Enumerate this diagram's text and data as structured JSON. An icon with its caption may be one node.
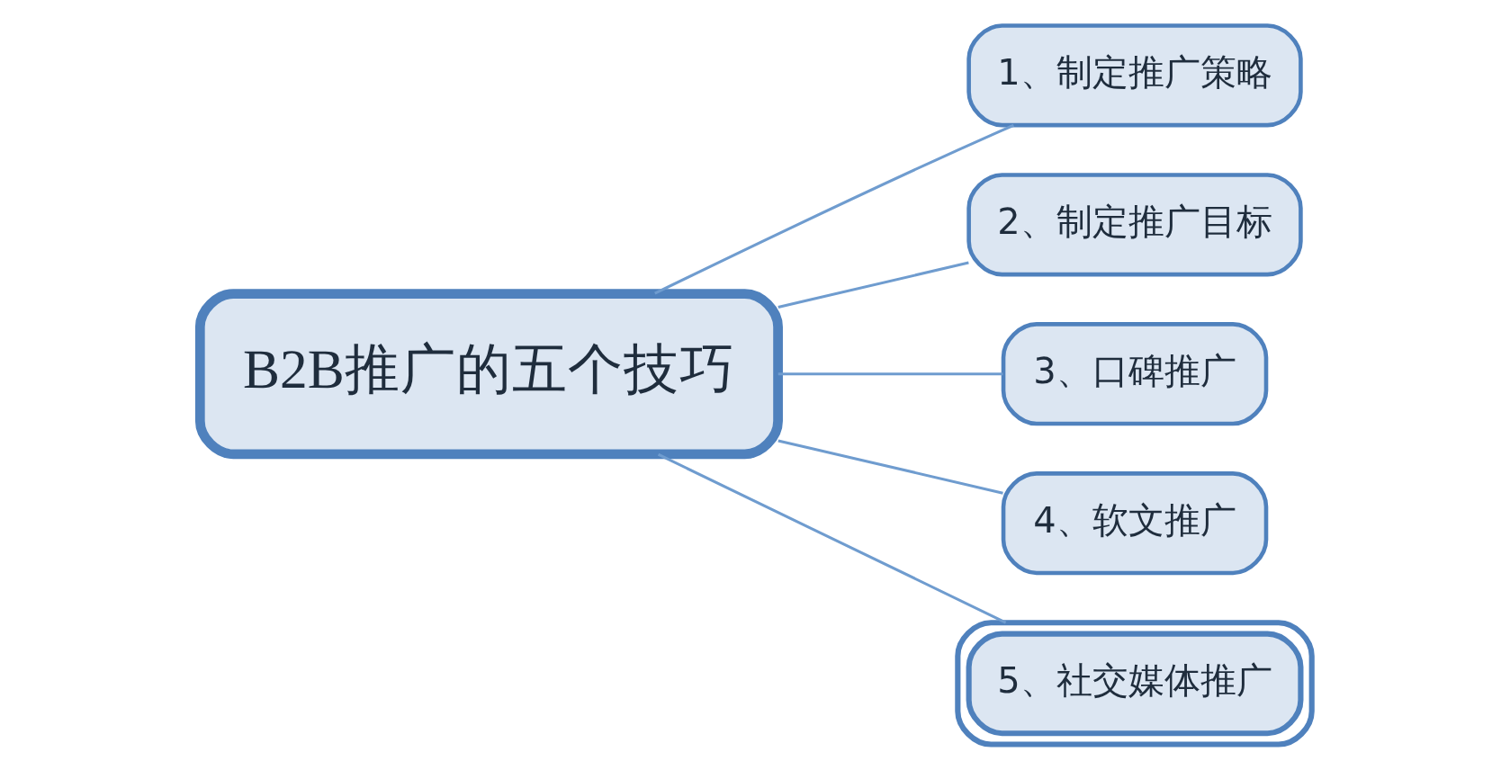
{
  "diagram": {
    "nodes": [
      {
        "text": [
          "B2B推广的五个技巧"
        ]
      },
      {
        "text": [
          "1、制定推广策略"
        ]
      },
      {
        "text": [
          "2、制定推广目标"
        ]
      },
      {
        "text": [
          "3、口碑推广"
        ]
      },
      {
        "text": [
          "4、软文推广"
        ]
      },
      {
        "text": [
          "5、社交媒体推广"
        ]
      }
    ],
    "edges": [
      {
        "from": 0,
        "to": 1,
        "arrow": "none"
      },
      {
        "from": 0,
        "to": 2,
        "arrow": "none"
      },
      {
        "from": 0,
        "to": 3,
        "arrow": "none"
      },
      {
        "from": 0,
        "to": 4,
        "arrow": "none"
      },
      {
        "from": 0,
        "to": 5,
        "arrow": "none"
      }
    ]
  }
}
